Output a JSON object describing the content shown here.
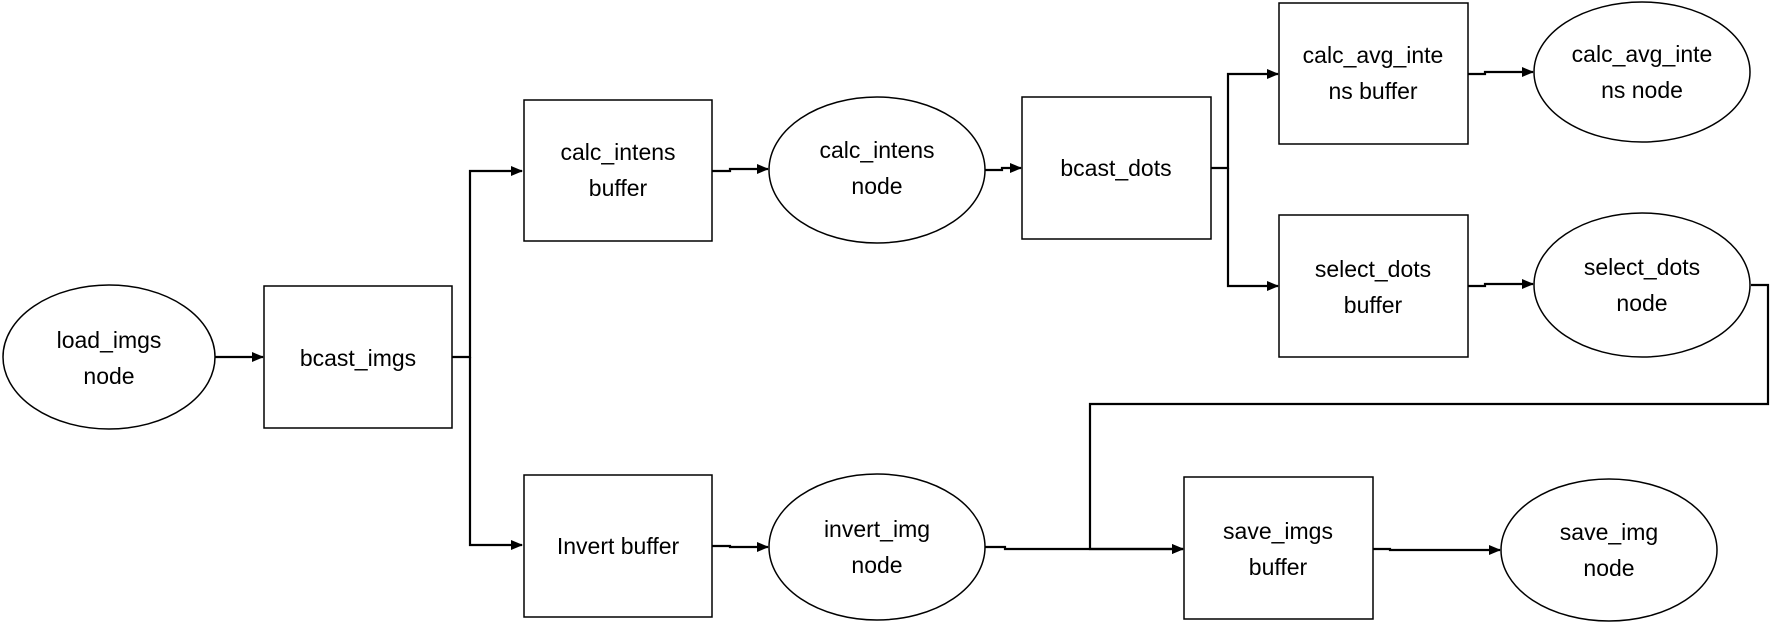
{
  "diagram": {
    "nodes": {
      "load_imgs_node": {
        "line1": "load_imgs",
        "line2": "node"
      },
      "bcast_imgs": {
        "line1": "bcast_imgs"
      },
      "calc_intens_buffer": {
        "line1": "calc_intens",
        "line2": "buffer"
      },
      "calc_intens_node": {
        "line1": "calc_intens",
        "line2": "node"
      },
      "bcast_dots": {
        "line1": "bcast_dots"
      },
      "calc_avg_intens_buffer": {
        "line1": "calc_avg_inte",
        "line2": "ns buffer"
      },
      "calc_avg_intens_node": {
        "line1": "calc_avg_inte",
        "line2": "ns node"
      },
      "select_dots_buffer": {
        "line1": "select_dots",
        "line2": "buffer"
      },
      "select_dots_node": {
        "line1": "select_dots",
        "line2": "node"
      },
      "invert_buffer": {
        "line1": "Invert buffer"
      },
      "invert_img_node": {
        "line1": "invert_img",
        "line2": "node"
      },
      "save_imgs_buffer": {
        "line1": "save_imgs",
        "line2": "buffer"
      },
      "save_img_node": {
        "line1": "save_img",
        "line2": "node"
      }
    },
    "colors": {
      "stroke": "#000000",
      "fill": "#ffffff",
      "text": "#000000"
    }
  }
}
